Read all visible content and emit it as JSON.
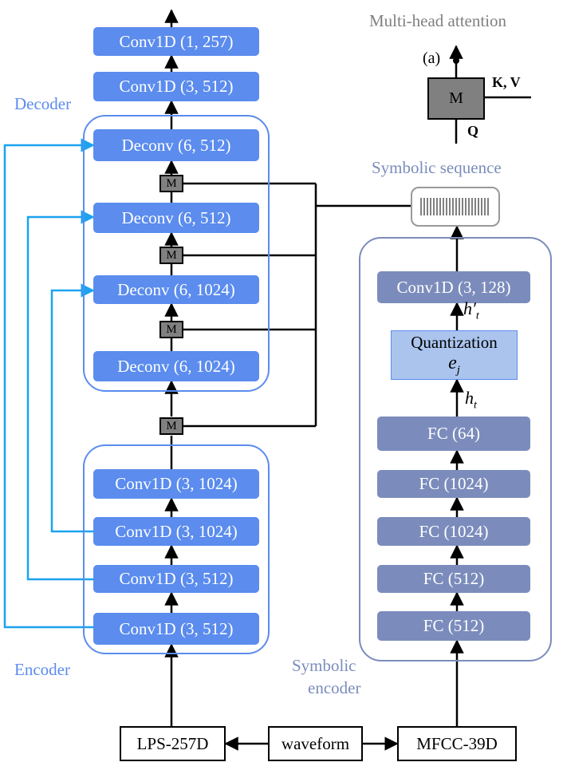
{
  "decoder": {
    "title": "Decoder",
    "outer_blocks": [
      "Conv1D (1, 257)",
      "Conv1D (3, 512)"
    ],
    "inner_blocks": [
      "Deconv (6, 512)",
      "Deconv (6, 512)",
      "Deconv (6, 1024)",
      "Deconv (6, 1024)"
    ]
  },
  "encoder": {
    "title": "Encoder",
    "blocks": [
      "Conv1D (3, 1024)",
      "Conv1D (3, 1024)",
      "Conv1D (3, 512)",
      "Conv1D (3, 512)"
    ]
  },
  "attention_blocks": [
    "M",
    "M",
    "M",
    "M"
  ],
  "legend": {
    "title": "Multi-head attention",
    "tag": "(a)",
    "block_label": "M",
    "kv_label": "K, V",
    "q_label": "Q"
  },
  "symbolic_sequence": {
    "title": "Symbolic sequence"
  },
  "symbolic_encoder": {
    "title_line1": "Symbolic",
    "title_line2": "encoder",
    "top_block": "Conv1D (3, 128)",
    "h_prime_label": "h′_t",
    "quantization_label": "Quantization",
    "quantization_symbol": "e_j",
    "h_label": "h_t",
    "fc_blocks": [
      "FC (64)",
      "FC (1024)",
      "FC (1024)",
      "FC (512)",
      "FC (512)"
    ]
  },
  "inputs": {
    "lps": "LPS-257D",
    "waveform": "waveform",
    "mfcc": "MFCC-39D"
  },
  "colors": {
    "block_blue": "#5b8cee",
    "block_slate": "#7b8cbc",
    "label_blue": "#5b8cee",
    "label_slate": "#7b8cbc",
    "skip_arrow": "#1aa3f0",
    "attention_gray": "#808080",
    "quantization_fill": "#aac4ee"
  }
}
